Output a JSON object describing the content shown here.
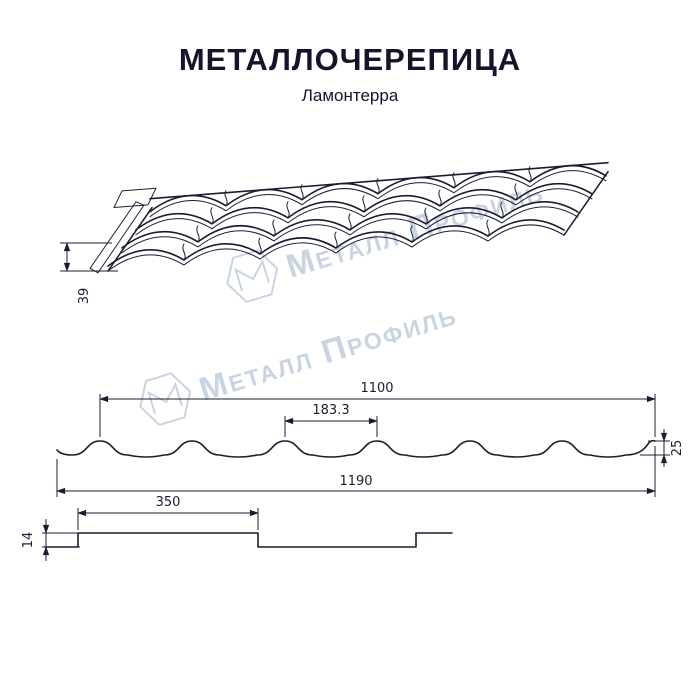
{
  "header": {
    "title": "МЕТАЛЛОЧЕРЕПИЦА",
    "subtitle": "Ламонтерра"
  },
  "watermark": {
    "text": "Металл Профиль"
  },
  "front_view": {
    "eave_height": "39"
  },
  "profile_view": {
    "module_width": "1100",
    "wave_pitch": "183.3",
    "profile_height": "25",
    "overall_width": "1190"
  },
  "section_view": {
    "step_length": "350",
    "step_height": "14"
  },
  "colors": {
    "line": "#1c1c30",
    "watermark": "#c4d0df",
    "background": "#ffffff"
  }
}
